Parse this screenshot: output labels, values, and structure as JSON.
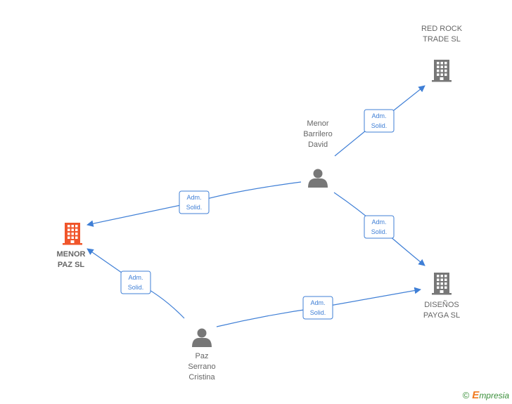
{
  "nodes": [
    {
      "id": "red-rock",
      "kind": "company",
      "lines": [
        "RED ROCK",
        "TRADE  SL"
      ],
      "color": "#777777",
      "bold": false
    },
    {
      "id": "menor-paz",
      "kind": "company",
      "lines": [
        "MENOR",
        "PAZ  SL"
      ],
      "color": "#f0552a",
      "bold": true
    },
    {
      "id": "disenos-payga",
      "kind": "company",
      "lines": [
        "DISEÑOS",
        "PAYGA  SL"
      ],
      "color": "#777777",
      "bold": false
    },
    {
      "id": "menor-barrilero",
      "kind": "person",
      "lines": [
        "Menor",
        "Barrilero",
        "David"
      ],
      "color": "#777777",
      "bold": false
    },
    {
      "id": "paz-serrano",
      "kind": "person",
      "lines": [
        "Paz",
        "Serrano",
        "Cristina"
      ],
      "color": "#777777",
      "bold": false
    }
  ],
  "edges": [
    {
      "from": "menor-barrilero",
      "to": "red-rock",
      "label": [
        "Adm.",
        "Solid."
      ]
    },
    {
      "from": "menor-barrilero",
      "to": "menor-paz",
      "label": [
        "Adm.",
        "Solid."
      ]
    },
    {
      "from": "menor-barrilero",
      "to": "disenos-payga",
      "label": [
        "Adm.",
        "Solid."
      ]
    },
    {
      "from": "paz-serrano",
      "to": "menor-paz",
      "label": [
        "Adm.",
        "Solid."
      ]
    },
    {
      "from": "paz-serrano",
      "to": "disenos-payga",
      "label": [
        "Adm.",
        "Solid."
      ]
    }
  ],
  "colors": {
    "edge": "#3f7fd6",
    "brand": "#3a8f3a",
    "highlight": "#f0552a"
  },
  "watermark": {
    "copyright": "©",
    "brand": "mpresia",
    "brand_initial": "E"
  }
}
